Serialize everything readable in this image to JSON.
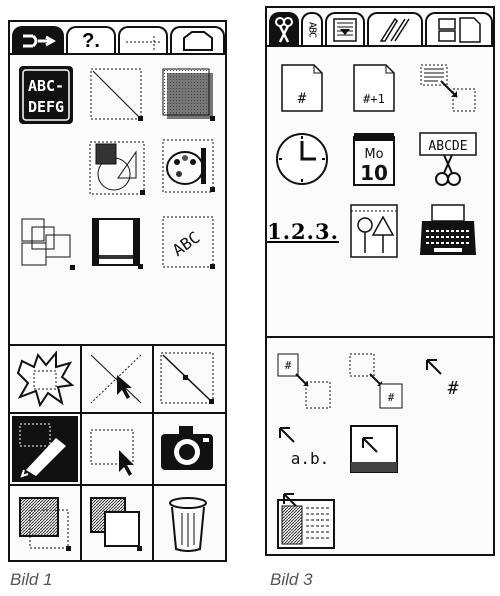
{
  "captions": {
    "left": "Bild 1",
    "right": "Bild 3"
  },
  "panel1": {
    "tabs": [
      "tools-icon",
      "help-icon",
      "ruler-icon",
      "folder-icon"
    ],
    "tab_help_text": "?.",
    "text_icon": {
      "line1": "ABC-",
      "line2": "DEFG"
    },
    "rotated_text": "ABC"
  },
  "panel3": {
    "tabs": [
      "tools-icon",
      "text-icon",
      "layout-icon",
      "draw-icon",
      "pages-icon"
    ],
    "tab_abc": "ABC",
    "page_number": "#",
    "page_number_next": "#+1",
    "calendar": {
      "month": "Mo",
      "day": "10"
    },
    "letters": "ABCDE",
    "sequence": "1.2.3.",
    "auto_hash": "#",
    "auto_letters": "a.b.",
    "page_hash": "#"
  }
}
